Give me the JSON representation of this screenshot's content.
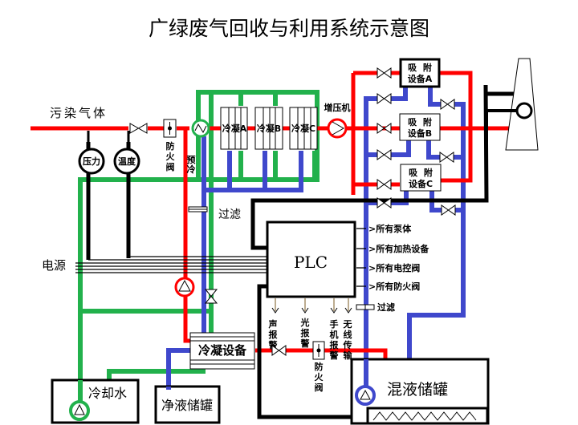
{
  "title": "广绿废气回收与利用系统示意图",
  "labels": {
    "inlet_gas": "污染气体",
    "pressure_gauge": "压力",
    "temperature_gauge": "温度",
    "fire_damper_1": [
      "防",
      "火",
      "阀"
    ],
    "precool": [
      "预",
      "冷"
    ],
    "condenser_a": "冷凝A",
    "condenser_b": "冷凝B",
    "condenser_c": "冷凝C",
    "booster": "增压机",
    "adsorber_a": [
      "吸  附",
      "设备A"
    ],
    "adsorber_b": [
      "吸  附",
      "设备B"
    ],
    "adsorber_c": [
      "吸  附",
      "设备C"
    ],
    "filter_1": "过滤",
    "power": "电源",
    "plc": "PLC",
    "plc_outputs": [
      "所有泵体",
      "所有加热设备",
      "所有电控阀",
      "所有防火阀"
    ],
    "filter_2": "过滤",
    "alarms": [
      [
        "声",
        "报",
        "警"
      ],
      [
        "光",
        "报",
        "警"
      ],
      [
        "手",
        "机",
        "报",
        "警"
      ],
      [
        "无",
        "线",
        "传",
        "输"
      ]
    ],
    "fire_damper_2": [
      "防",
      "火",
      "阀"
    ],
    "condensing_unit": "冷凝设备",
    "cooling_water": "冷却水",
    "clean_liquid_tank": "净液储罐",
    "mixed_liquid_tank": "混液储罐"
  },
  "colors": {
    "gas_line": "#ff0000",
    "liquid_line": "#3f48cc",
    "cooling_line": "#22b14c",
    "control_line": "#000000"
  },
  "legend_icons": [
    "valve-icon",
    "fire-damper-icon",
    "pump-icon",
    "heat-exchanger-icon",
    "filter-icon",
    "chimney-icon",
    "gauge-icon",
    "heater-coil-icon"
  ]
}
